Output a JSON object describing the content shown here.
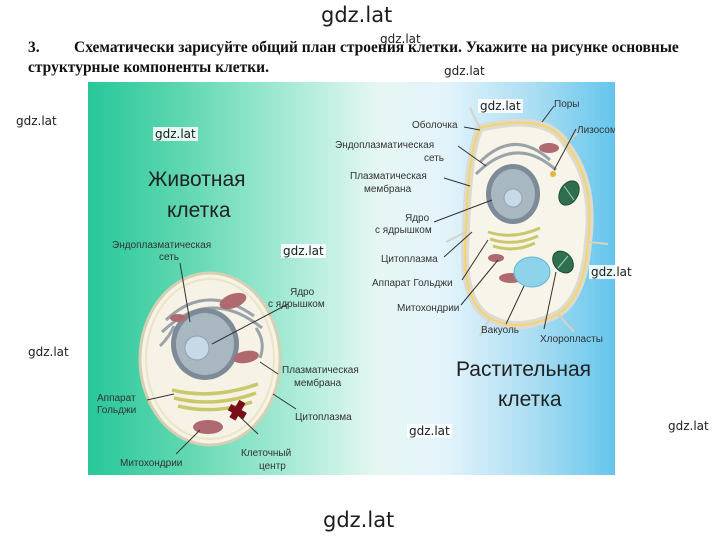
{
  "watermark": "gdz.lat",
  "task": {
    "number": "3.",
    "text": "Схематически зарисуйте общий план строения клетки. Укажите на рисунке основные структурные компоненты клетки."
  },
  "figure": {
    "animal": {
      "title_line1": "Животная",
      "title_line2": "клетка",
      "labels": {
        "er_1": "Эндоплазматическая",
        "er_2": "сеть",
        "nucleus_1": "Ядро",
        "nucleus_2": "с ядрышком",
        "membrane_1": "Плазматическая",
        "membrane_2": "мембрана",
        "golgi_1": "Аппарат",
        "golgi_2": "Гольджи",
        "cytoplasm": "Цитоплазма",
        "mito": "Митохондрии",
        "centre_1": "Клеточный",
        "centre_2": "центр"
      }
    },
    "plant": {
      "title_line1": "Растительная",
      "title_line2": "клетка",
      "labels": {
        "pores": "Поры",
        "wall": "Оболочка",
        "lysosomes": "Лизосомы",
        "er_1": "Эндоплазматическая",
        "er_2": "сеть",
        "membrane_1": "Плазматическая",
        "membrane_2": "мембрана",
        "nucleus_1": "Ядро",
        "nucleus_2": "с ядрышком",
        "cytoplasm": "Цитоплазма",
        "golgi": "Аппарат Гольджи",
        "mito": "Митохондрии",
        "vacuole": "Вакуоль",
        "chloroplasts": "Хлоропласты"
      }
    }
  }
}
